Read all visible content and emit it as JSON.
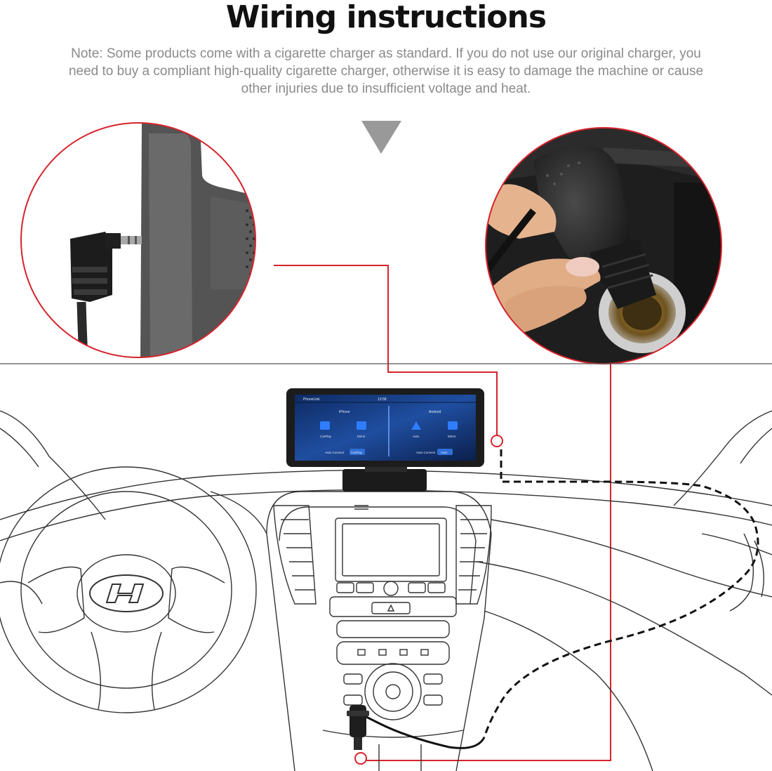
{
  "title": "Wiring instructions",
  "note": {
    "line1": "Note: Some products come with a cigarette charger as standard. If you do not use our original charger, you",
    "line2": "need to buy a compliant high-quality cigarette charger, otherwise it is easy to damage the machine or cause",
    "line3": "other injuries due to insufficient voltage and heat."
  },
  "device_screen": {
    "app_name": "PhoneLink",
    "time": "13:58",
    "left_panel_title": "iPhone",
    "right_panel_title": "Android",
    "apps": [
      {
        "label": "CarPlay",
        "icon": "carplay-icon"
      },
      {
        "label": "Mirror",
        "icon": "mirror-icon"
      },
      {
        "label": "Auto",
        "icon": "android-auto-icon"
      },
      {
        "label": "Mirror",
        "icon": "mirror-icon"
      }
    ],
    "auto_connect_label_left": "Auto Connect",
    "auto_connect_value_left": "CarPlay",
    "auto_connect_label_right": "Auto Connect",
    "auto_connect_value_right": "Auto"
  },
  "dashboard_logo": "hyundai-logo",
  "colors": {
    "callout_red": "#d6232b",
    "cable_dashed": "#111111",
    "title": "#111111",
    "note_text": "#8a8a8a",
    "screen_blue": "#1a3a7a"
  }
}
